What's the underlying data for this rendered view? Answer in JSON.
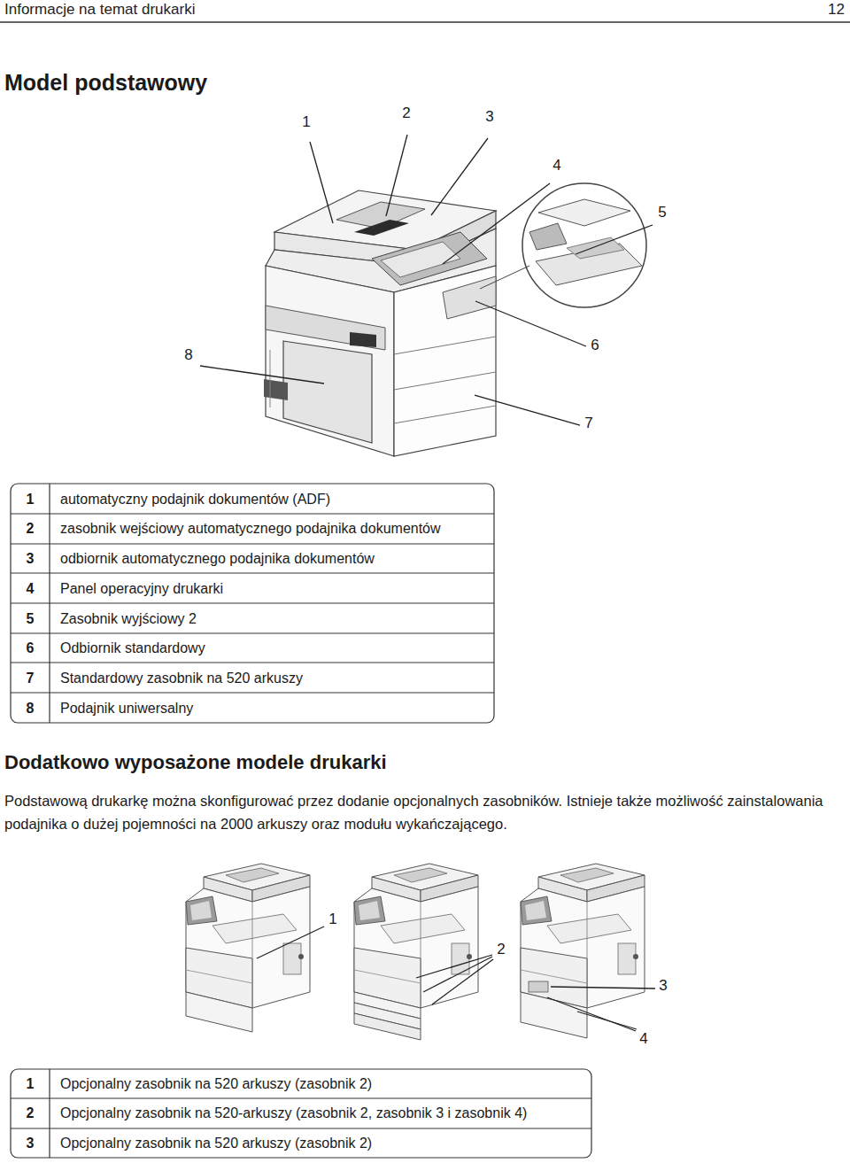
{
  "diagram": {
    "title": "Model podstawowy",
    "labels": [
      "Informacje na temat drukarki",
      "12",
      "1",
      "2",
      "3",
      "4",
      "5",
      "6",
      "7",
      "8",
      "1",
      "automatyczny podajnik dokumentów (ADF)",
      "2",
      "zasobnik wejściowy automatycznego podajnika dokumentów",
      "3",
      "odbiornik automatycznego podajnika dokumentów",
      "4",
      "Panel operacyjny drukarki",
      "5",
      "Zasobnik wyjściowy 2",
      "6",
      "Odbiornik standardowy",
      "7",
      "Standardowy zasobnik na 520 arkuszy",
      "8",
      "Podajnik uniwersalny",
      "Dodatkowo wyposażone modele drukarki",
      "Podstawową drukarkę można skonfigurować przez dodanie opcjonalnych zasobników. Istnieje także możliwość zainstalowania podajnika o dużej pojemności na 2000 arkuszy oraz modułu wykańczającego.",
      "1",
      "2",
      "3",
      "4",
      "1",
      "Opcjonalny zasobnik na 520 arkuszy (zasobnik 2)",
      "2",
      "Opcjonalny zasobnik na 520-arkuszy (zasobnik 2, zasobnik 3 i zasobnik 4)",
      "3",
      "Opcjonalny zasobnik na 520 arkuszy (zasobnik 2)"
    ]
  }
}
